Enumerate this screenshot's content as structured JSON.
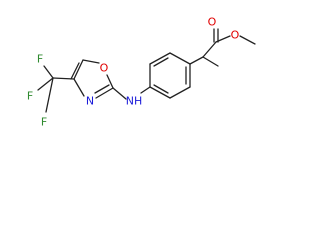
{
  "colors": {
    "background": "#ffffff",
    "bond": "#222222",
    "oxygen": "#e00000",
    "nitrogen": "#1b1bd9",
    "fluorine": "#2f8a2f",
    "carbon_label": "#222222"
  },
  "atoms": {
    "o_carbonyl": "O",
    "o_ester": "O",
    "o_oxazole": "O",
    "n_oxazole": "N",
    "nh": "NH",
    "f1": "F",
    "f2": "F",
    "f3": "F"
  }
}
